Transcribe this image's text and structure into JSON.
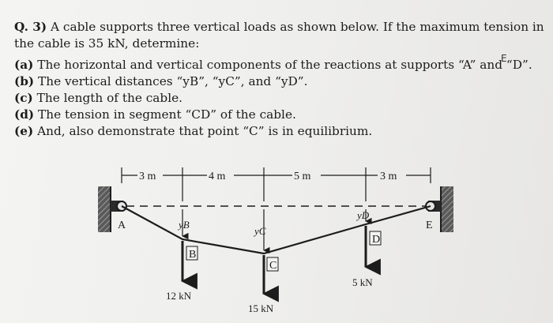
{
  "question": {
    "number": "Q. 3)",
    "line1": "A cable supports three vertical loads as shown below. If the maximum tension in",
    "line2": "the cable is 35 kN, determine:"
  },
  "parts": [
    {
      "label": "(a)",
      "text": "The horizontal and vertical components of the reactions at supports “A” and “D”."
    },
    {
      "label": "(b)",
      "text": "The vertical distances “yB”, “yC”, and “yD”."
    },
    {
      "label": "(c)",
      "text": "The length of the cable."
    },
    {
      "label": "(d)",
      "text": "The tension in segment “CD” of the cable."
    },
    {
      "label": "(e)",
      "text": "And, also demonstrate that point “C” is in equilibrium."
    }
  ],
  "handwritten_correction": "E",
  "figure": {
    "spans": [
      "3 m",
      "4 m",
      "5 m",
      "3 m"
    ],
    "points": {
      "A": "A",
      "B": "B",
      "C": "C",
      "D": "D",
      "E": "E"
    },
    "distances": {
      "yB": "yB",
      "yC": "yC",
      "yD": "yD"
    },
    "loads": {
      "B": "12 kN",
      "C": "15 kN",
      "D": "5 kN"
    }
  }
}
